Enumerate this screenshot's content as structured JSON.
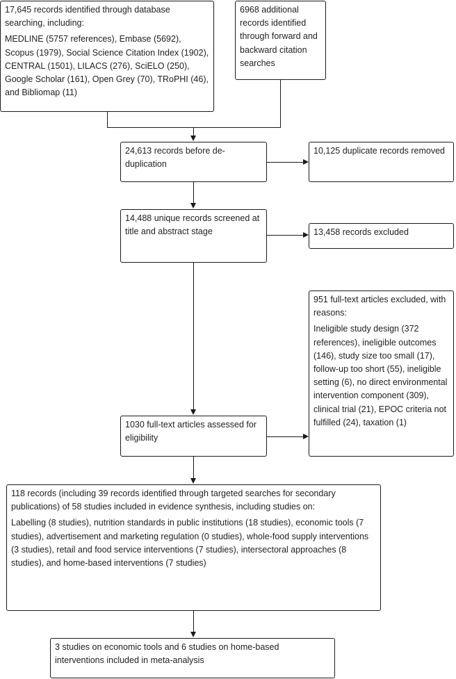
{
  "boxes": {
    "database_search": {
      "line1": "17,645 records identified through database searching, including:",
      "line2": "MEDLINE (5757 references), Embase (5692), Scopus (1979), Social Science Citation Index (1902), CENTRAL (1501), LILACS (276), SciELO (250), Google Scholar (161), Open Grey (70), TRoPHI (46), and Bibliomap (11)"
    },
    "additional_records": {
      "text": "6968 additional records identified through forward and backward citation searches"
    },
    "before_dedup": {
      "text": "24,613 records before de-duplication"
    },
    "duplicates_removed": {
      "text": "10,125 duplicate records removed"
    },
    "unique_screened": {
      "text": "14,488 unique records screened at title and abstract stage"
    },
    "records_excluded": {
      "text": "13,458 records excluded"
    },
    "fulltext_excluded": {
      "line1": "951 full-text articles excluded, with reasons:",
      "line2": "Ineligible study design (372 references), ineligible outcomes (146), study size too small (17), follow-up too short (55), ineligible setting (6), no direct environmental intervention component (309), clinical trial (21), EPOC criteria not fulfilled (24), taxation (1)"
    },
    "fulltext_assessed": {
      "text": "1030 full-text articles assessed for eligibility"
    },
    "included_synthesis": {
      "line1": "118 records (including 39 records identified through targeted searches for secondary publications) of 58 studies included in evidence synthesis, including studies on:",
      "line2": "Labelling (8 studies), nutrition standards in public institutions (18 studies), economic tools (7 studies), advertisement and marketing regulation (0 studies), whole-food supply interventions (3 studies), retail and food service interventions (7 studies), intersectoral approaches (8 studies), and home-based interventions (7 studies)"
    },
    "meta_analysis": {
      "text": "3 studies on economic tools and 6 studies on home-based interventions included in meta-analysis"
    }
  }
}
